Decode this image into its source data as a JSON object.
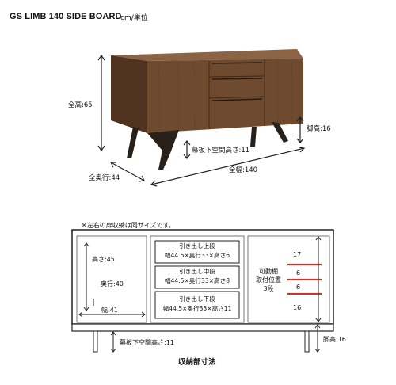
{
  "header": {
    "title": "GS LIMB 140 SIDE BOARD",
    "unit": "cm/単位"
  },
  "product": {
    "total_height": "全高:65",
    "leg_height": "脚高:16",
    "baseboard_clearance": "幕板下空間高さ:11",
    "total_depth": "全奥行:44",
    "total_width": "全幅:140"
  },
  "storage": {
    "note": "※左右の扉収納は同サイズです。",
    "left": {
      "height": "高さ:45",
      "depth": "奥行:40",
      "width": "幅:41"
    },
    "drawers": [
      {
        "title": "引き出し上段",
        "dims": "幅44.5×奥行33×高さ6"
      },
      {
        "title": "引き出し中段",
        "dims": "幅44.5×奥行33×高さ8"
      },
      {
        "title": "引き出し下段",
        "dims": "幅44.5×奥行33×高さ11"
      }
    ],
    "shelf": {
      "line1": "可動棚",
      "line2": "取付位置",
      "line3": "3段"
    },
    "right_dims": [
      "17",
      "6",
      "6",
      "16"
    ],
    "baseboard_clearance": "幕板下空間高さ:11",
    "leg_height": "脚高:16",
    "caption": "収納部寸法"
  },
  "colors": {
    "wood_front": "#6e4a2f",
    "wood_side": "#4f3320",
    "wood_top": "#8a6445",
    "legs": "#2a201a",
    "accent": "#c0392b"
  }
}
